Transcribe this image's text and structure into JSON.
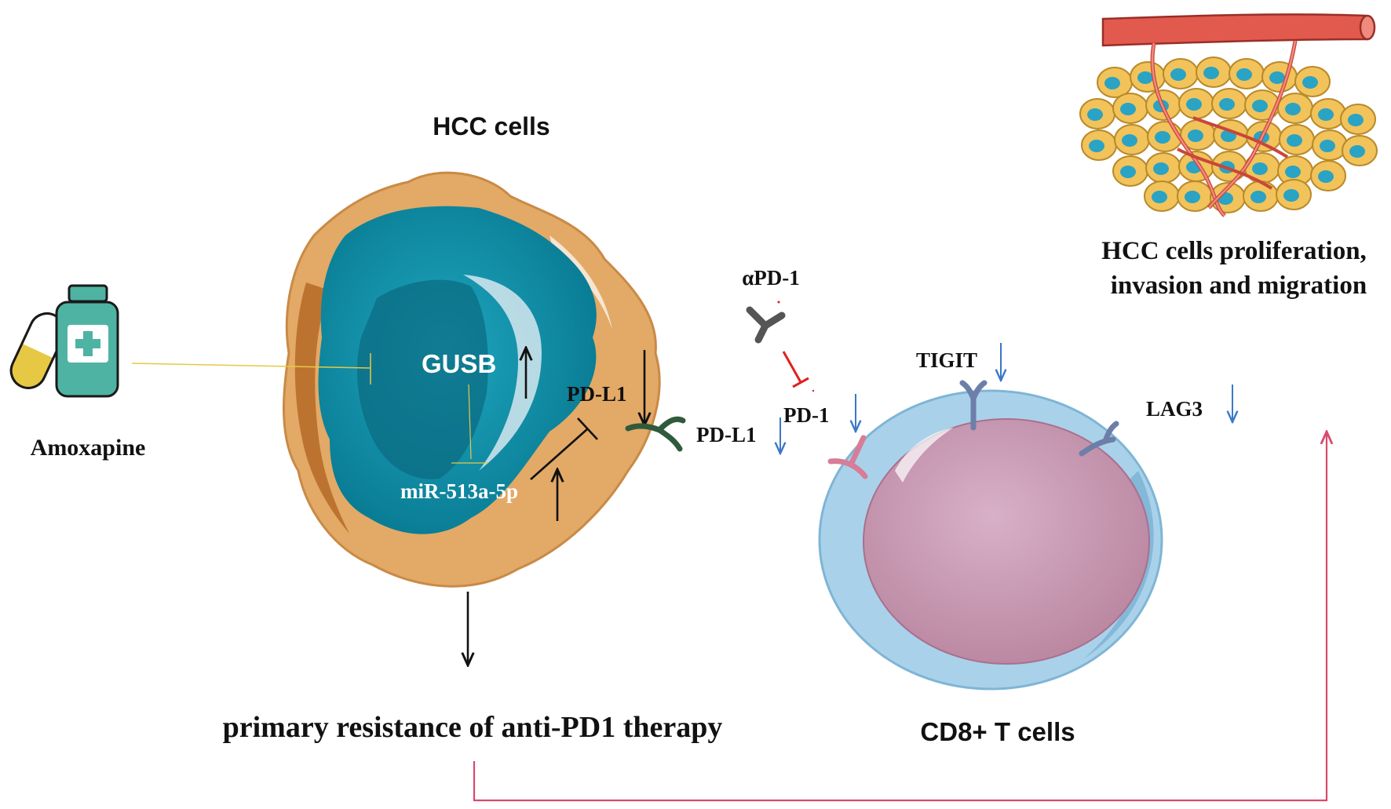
{
  "labels": {
    "hcc_cells": "HCC cells",
    "gusb": "GUSB",
    "pd_l1_inner": "PD-L1",
    "mirna": "miR-513a-5p",
    "pd_l1_outer": "PD-L1",
    "amoxapine": "Amoxapine",
    "apd1": "αPD-1",
    "pd1": "PD-1",
    "tigit": "TIGIT",
    "lag3": "LAG3",
    "proliferation_line1": "HCC cells proliferation,",
    "proliferation_line2": "invasion  and migration",
    "primary_resistance": "primary resistance of anti-PD1 therapy",
    "cd8": "CD8+ T cells"
  },
  "colors": {
    "nucleus": "#0e8aa3",
    "cytoplasm": "#e3a966",
    "cytoplasm_dark": "#b56a26",
    "tcell_outer": "#a9d2ea",
    "tcell_inner": "#c79ab8",
    "arrow_black": "#111111",
    "arrow_blue": "#3a78c8",
    "inhibit_red": "#e02020",
    "feedback_pink": "#d94a6e",
    "drug_yellow": "#e7c844",
    "drug_teal": "#4fb3a3",
    "vessel_red": "#e25a4d",
    "receptor_pink": "#d77d97",
    "receptor_slate": "#6d7fa8",
    "pdl1_green": "#2f5a3c"
  },
  "icons": [
    "pill-icon",
    "medicine-bottle-icon",
    "antibody-icon",
    "blood-vessel-icon"
  ]
}
